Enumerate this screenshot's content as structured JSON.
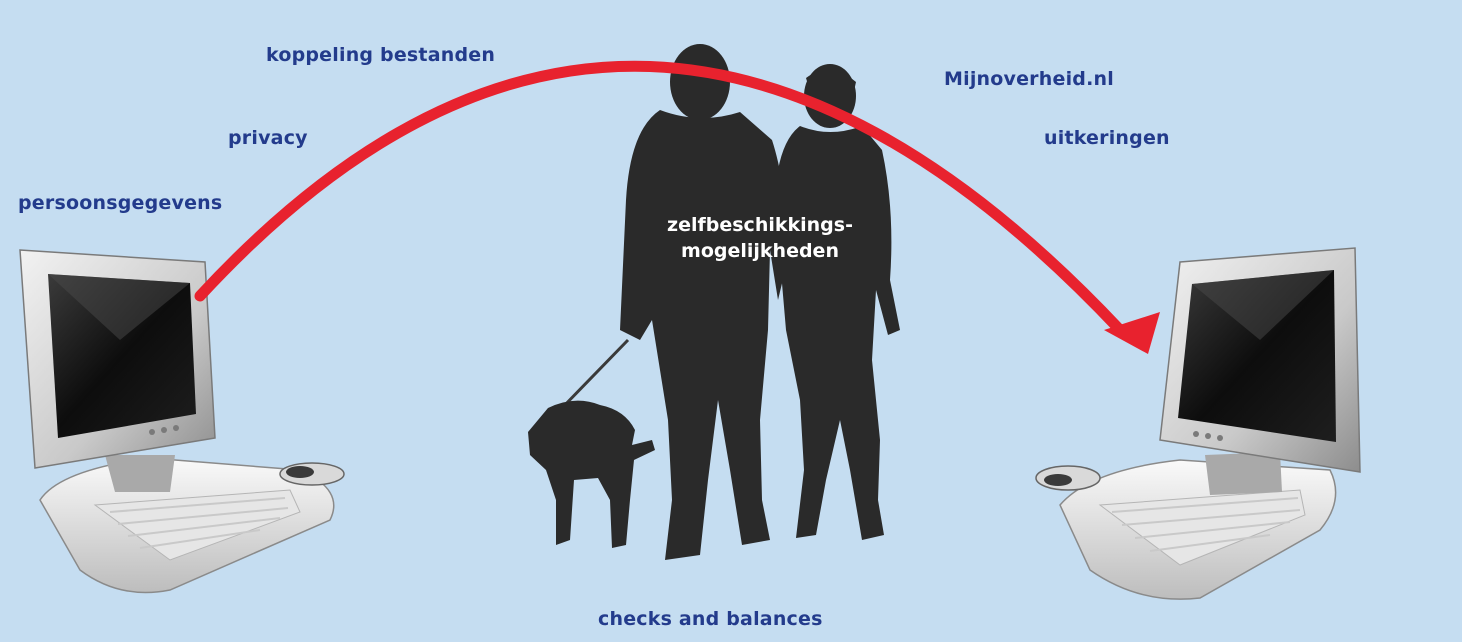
{
  "labels": {
    "top_left": "koppeling bestanden",
    "left_mid": "privacy",
    "left_low": "persoonsgegevens",
    "top_right": "Mijnoverheid.nl",
    "right_mid": "uitkeringen",
    "bottom": "checks and balances"
  },
  "center": {
    "line1": "zelfbeschikkings-",
    "line2": "mogelijkheden"
  },
  "colors": {
    "background": "#c5ddf1",
    "arrow": "#e8222e",
    "label_text": "#233b8c",
    "center_text": "#ffffff",
    "silhouette": "#2a2a2a"
  },
  "icons": [
    "computer-left-icon",
    "computer-right-icon",
    "people-silhouette-icon",
    "dog-silhouette-icon",
    "arrow-icon"
  ]
}
